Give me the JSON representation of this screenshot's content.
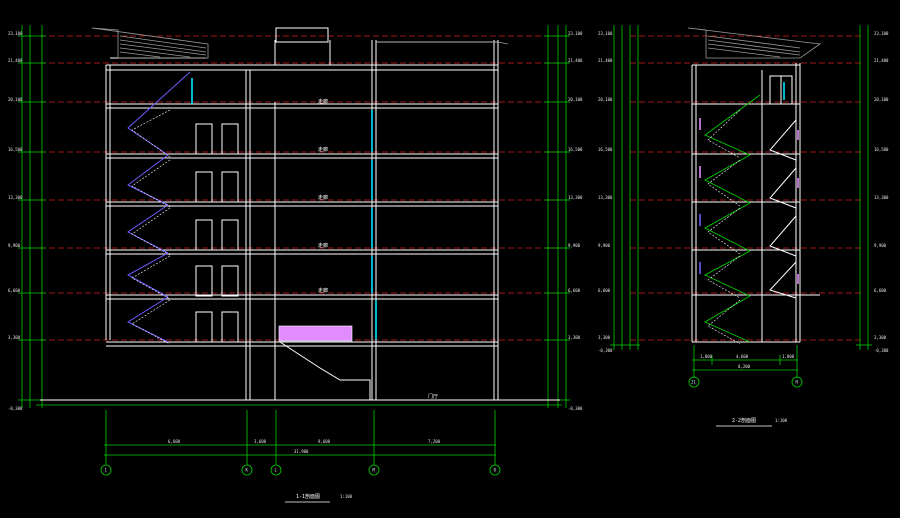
{
  "colors": {
    "background": "#000000",
    "wall": "#ffffff",
    "level_line": "#d62020",
    "dimension": "#00d000",
    "stair": "#6b5cff",
    "glass": "#00e5ff",
    "highlight": "#e08cff"
  },
  "left_section": {
    "title": "1-1剖面图",
    "scale": "1:100",
    "grid_axes": [
      "1",
      "K",
      "L",
      "M",
      "8"
    ],
    "bottom_dims": [
      "6,600",
      "3,600",
      "9,600",
      "7,200"
    ],
    "overall_dim": "31,900",
    "elevations": [
      "23,100",
      "21,400",
      "20,100",
      "16,500",
      "13,300",
      "9,900",
      "6,600",
      "3,300",
      "-0,300"
    ],
    "room_labels": [
      "走廊",
      "走廊",
      "走廊",
      "走廊",
      "走廊",
      "门厅"
    ]
  },
  "right_section": {
    "title": "2-2剖面图",
    "scale": "1:100",
    "grid_axes": [
      "21",
      "H"
    ],
    "bottom_dims": [
      "1,800",
      "4,600",
      "1,800"
    ],
    "overall_dim": "8,200",
    "elevations": [
      "23,100",
      "21,400",
      "20,100",
      "16,500",
      "13,300",
      "9,900",
      "6,600",
      "3,300",
      "-0,300"
    ]
  }
}
